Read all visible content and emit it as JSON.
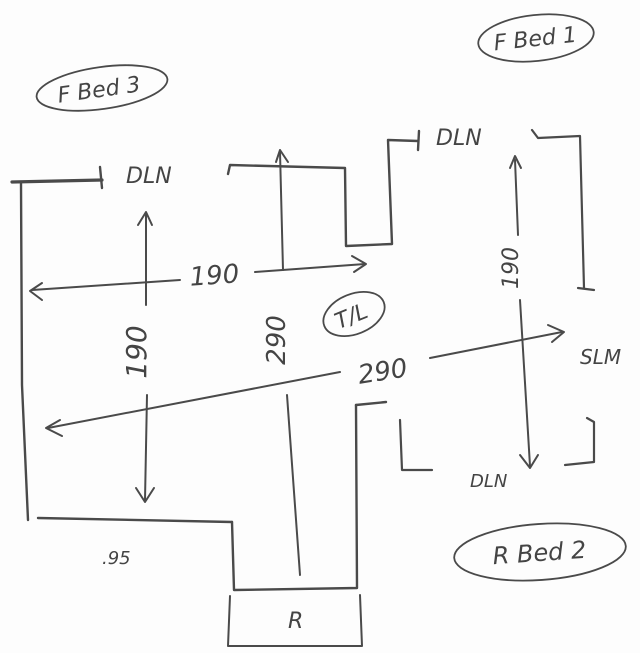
{
  "labels": {
    "bed_top_left": "F Bed 3",
    "bed_top_right": "F Bed 1",
    "bed_bottom_right": "R Bed 2",
    "center_tag": "T/L"
  },
  "notes": {
    "dln_top_left": "DLN",
    "dln_top_right": "DLN",
    "dln_bottom": "DLN",
    "slm_right": "SLM",
    "r_bottom": "R"
  },
  "dimensions": {
    "h_upper": "190",
    "h_lower": "290",
    "v_left": "190",
    "v_center": "290",
    "v_right": "190",
    "small_bottom_left": ".95"
  }
}
